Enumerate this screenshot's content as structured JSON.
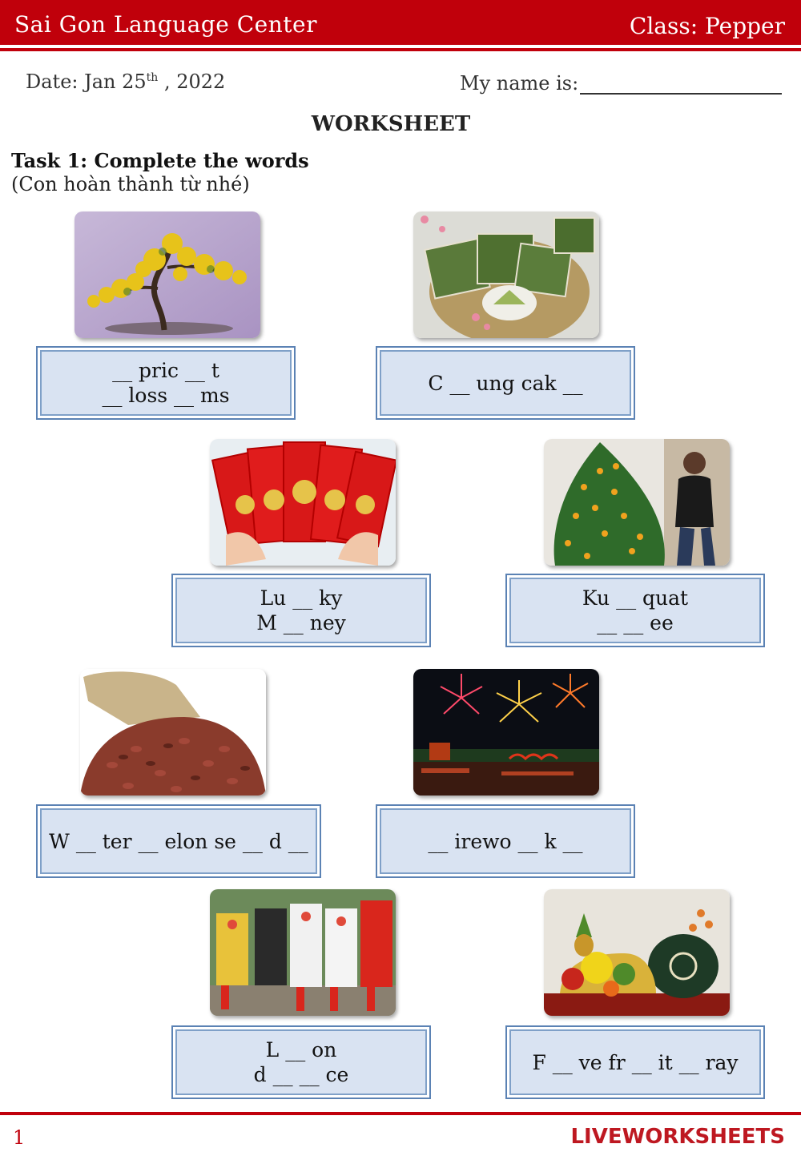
{
  "header": {
    "center_name": "Sai Gon Language Center",
    "class_label": "Class: Pepper"
  },
  "date": {
    "prefix": "Date: Jan 25",
    "suffix": "th",
    "year": " , 2022"
  },
  "name_prompt": "My name is:",
  "title": "WORKSHEET",
  "task": {
    "title": "Task 1: Complete the words",
    "subtitle": "(Con hoàn thành từ nhé)"
  },
  "items": [
    {
      "image": "apricot-blossom-tree-photo",
      "lines": [
        "__ pric __ t",
        "__ loss __ ms"
      ]
    },
    {
      "image": "chung-cake-photo",
      "lines": [
        "C __ ung cak __"
      ]
    },
    {
      "image": "lucky-money-envelopes-photo",
      "lines": [
        "Lu __ ky",
        "M __ ney"
      ]
    },
    {
      "image": "kumquat-tree-photo",
      "lines": [
        "Ku __ quat",
        "__ __ ee"
      ]
    },
    {
      "image": "watermelon-seeds-photo",
      "lines": [
        "W __ ter __ elon se __ d __"
      ]
    },
    {
      "image": "fireworks-photo",
      "lines": [
        "__ irewo __ k __"
      ]
    },
    {
      "image": "lion-dance-photo",
      "lines": [
        "L __ on",
        "d __ __ ce"
      ]
    },
    {
      "image": "five-fruit-tray-photo",
      "lines": [
        "F __ ve fr __ it __ ray"
      ]
    }
  ],
  "footer": {
    "page_number": "1",
    "watermark": "LIVEWORKSHEETS"
  },
  "colors": {
    "brand_red": "#c0000b",
    "box_fill": "#d9e3f2",
    "box_border": "#5b82b4"
  }
}
